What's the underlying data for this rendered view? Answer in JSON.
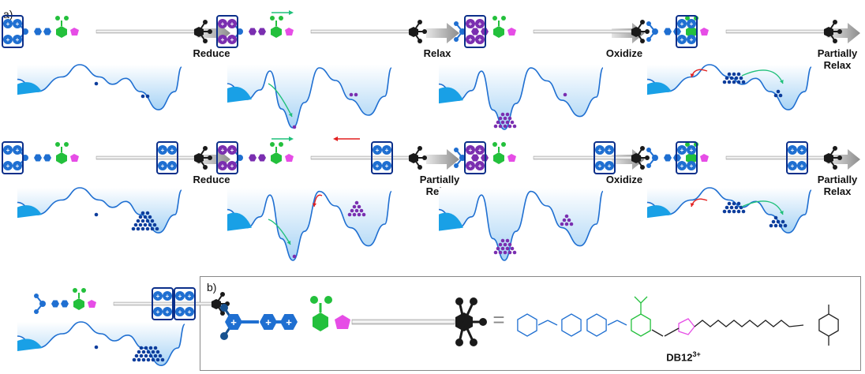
{
  "panel_a": "a)",
  "panel_b": "b)",
  "steps": {
    "reduce": "Reduce",
    "relax": "Relax",
    "oxidize": "Oxidize",
    "partially_relax_1": "Partially",
    "partially_relax_2": "Relax"
  },
  "compound": {
    "name": "DB12",
    "charge": "3+"
  },
  "equals_sign": "=",
  "colors": {
    "blue": "#1f6fd1",
    "dark_blue": "#0d3d9c",
    "purple": "#7a2eb0",
    "green": "#23c03c",
    "magenta": "#e64de6",
    "black": "#1a1a1a",
    "arrow_gray": "#9a9a9a",
    "red_arrow": "#e21f1f",
    "green_arrow": "#1fc07a"
  }
}
